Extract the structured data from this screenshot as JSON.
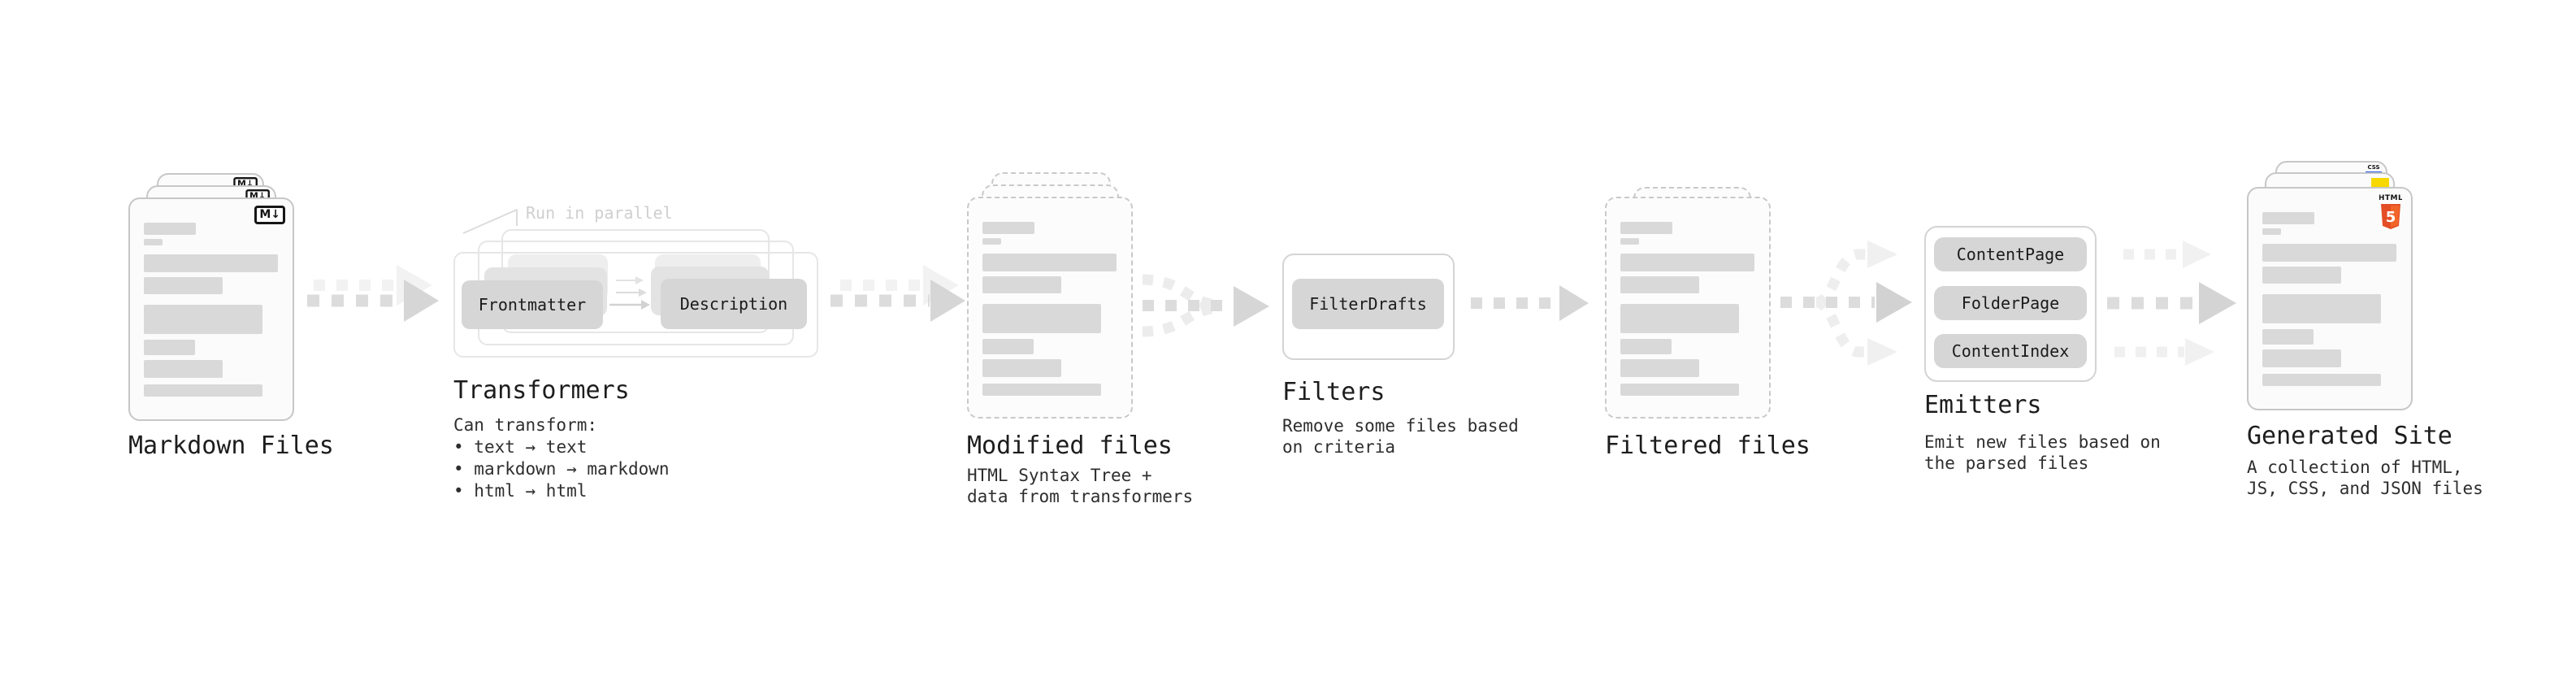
{
  "stages": {
    "markdown_files": {
      "label": "Markdown Files",
      "file_icon": "M↓"
    },
    "transformers": {
      "label": "Transformers",
      "annotation": "Run in parallel",
      "pills": [
        "Frontmatter",
        "Description"
      ],
      "description_title": "Can transform:",
      "bullets": [
        "text → text",
        "markdown → markdown",
        "html → html"
      ]
    },
    "modified_files": {
      "label": "Modified files",
      "description": "HTML Syntax Tree +\ndata from transformers"
    },
    "filters": {
      "label": "Filters",
      "pills": [
        "FilterDrafts"
      ],
      "description": "Remove some files based\non criteria"
    },
    "filtered_files": {
      "label": "Filtered files"
    },
    "emitters": {
      "label": "Emitters",
      "pills": [
        "ContentPage",
        "FolderPage",
        "ContentIndex"
      ],
      "description": "Emit new files based on\nthe parsed files"
    },
    "generated_site": {
      "label": "Generated Site",
      "description": "A collection of HTML,\nJS, CSS, and JSON files",
      "css_icon": "CSS",
      "html_icon": "HTML",
      "html_badge": "5"
    }
  },
  "colors": {
    "html5_orange": "#e44d26",
    "html5_orange_light": "#f16529",
    "js_yellow": "#f7d800",
    "css_blue": "#2756e3"
  }
}
